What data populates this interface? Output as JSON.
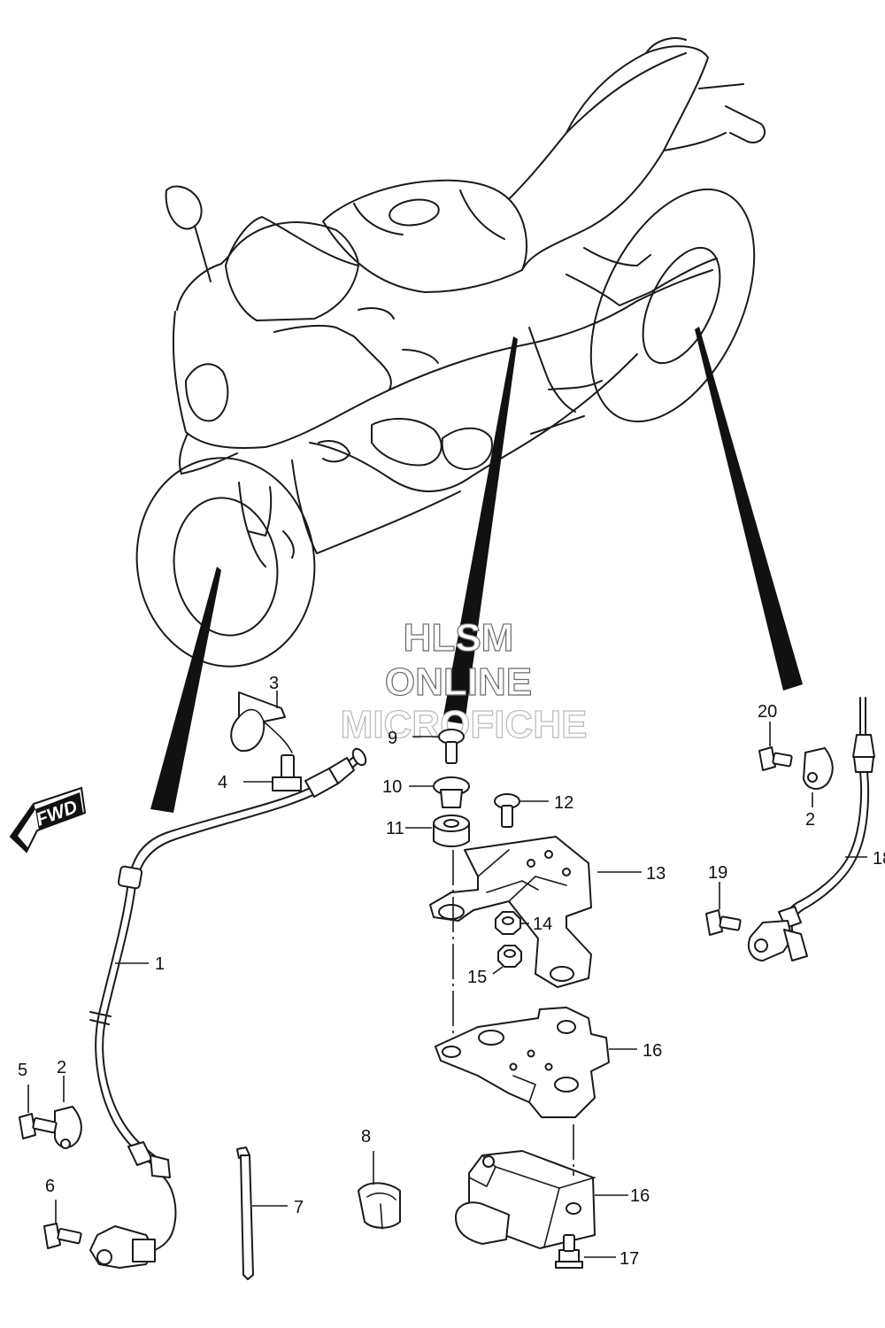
{
  "watermark": {
    "line1": "HLSM",
    "line2": "ONLINE",
    "line3": "MICROFICHE"
  },
  "direction_badge": {
    "label": "FWD"
  },
  "callouts": [
    {
      "id": "c1",
      "number": "1"
    },
    {
      "id": "c2a",
      "number": "2"
    },
    {
      "id": "c2b",
      "number": "2"
    },
    {
      "id": "c3",
      "number": "3"
    },
    {
      "id": "c4",
      "number": "4"
    },
    {
      "id": "c5",
      "number": "5"
    },
    {
      "id": "c6",
      "number": "6"
    },
    {
      "id": "c7",
      "number": "7"
    },
    {
      "id": "c8",
      "number": "8"
    },
    {
      "id": "c9",
      "number": "9"
    },
    {
      "id": "c10",
      "number": "10"
    },
    {
      "id": "c11",
      "number": "11"
    },
    {
      "id": "c12",
      "number": "12"
    },
    {
      "id": "c13",
      "number": "13"
    },
    {
      "id": "c14",
      "number": "14"
    },
    {
      "id": "c15",
      "number": "15"
    },
    {
      "id": "c16a",
      "number": "16"
    },
    {
      "id": "c16b",
      "number": "16"
    },
    {
      "id": "c17",
      "number": "17"
    },
    {
      "id": "c18",
      "number": "18"
    },
    {
      "id": "c19",
      "number": "19"
    },
    {
      "id": "c20",
      "number": "20"
    }
  ]
}
